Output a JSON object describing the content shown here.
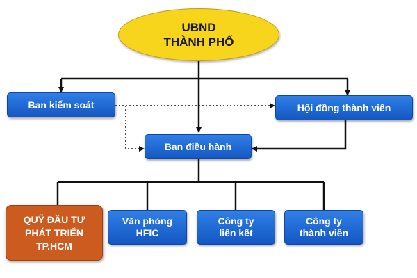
{
  "nodes": {
    "root": {
      "line1": "UBND",
      "line2": "THÀNH PHỐ"
    },
    "supervisory": {
      "label": "Ban kiểm soát"
    },
    "members_council": {
      "label": "Hội đồng thành viên"
    },
    "executive_board": {
      "label": "Ban điều hành"
    },
    "fund": {
      "line1": "QUỸ ĐẦU TƯ",
      "line2": "PHÁT TRIỂN",
      "line3": "TP.HCM"
    },
    "hfic_office": {
      "line1": "Văn phòng",
      "line2": "HFIC"
    },
    "affiliated_company": {
      "line1": "Công ty",
      "line2": "liên kết"
    },
    "member_company": {
      "line1": "Công ty",
      "line2": "thành viên"
    }
  },
  "colors": {
    "root_fill": "#f7d51d",
    "box_fill": "#1f6ad6",
    "fund_fill": "#cc5b1f",
    "connector": "#111111"
  }
}
